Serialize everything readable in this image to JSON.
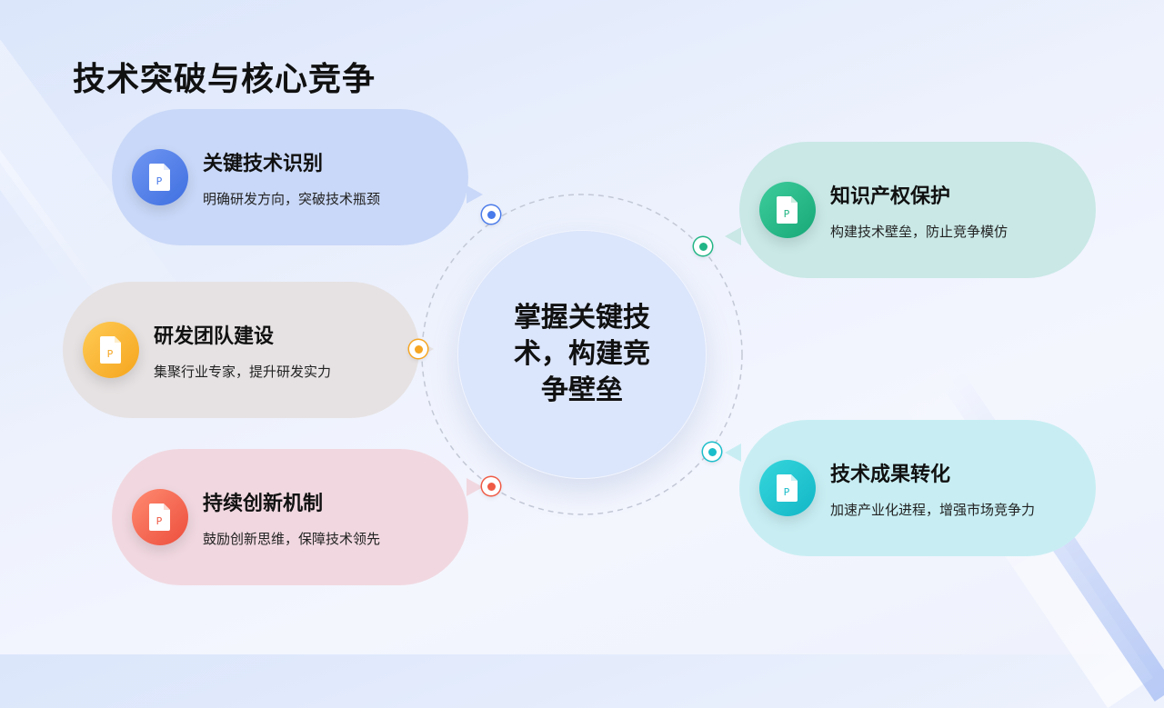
{
  "page": {
    "title": "技术突破与核心竞争"
  },
  "hub": {
    "text": "掌握关键技术，构建竞争壁垒"
  },
  "cards": [
    {
      "id": "tl",
      "title": "关键技术识别",
      "desc": "明确研发方向，突破技术瓶颈",
      "accent": "#4a7bea",
      "icon": "document-icon"
    },
    {
      "id": "ml",
      "title": "研发团队建设",
      "desc": "集聚行业专家，提升研发实力",
      "accent": "#f6a623",
      "icon": "document-icon"
    },
    {
      "id": "bl",
      "title": "持续创新机制",
      "desc": "鼓励创新思维，保障技术领先",
      "accent": "#ef5a45",
      "icon": "document-icon"
    },
    {
      "id": "tr",
      "title": "知识产权保护",
      "desc": "构建技术壁垒，防止竞争模仿",
      "accent": "#22b585",
      "icon": "document-icon"
    },
    {
      "id": "br",
      "title": "技术成果转化",
      "desc": "加速产业化进程，增强市场竞争力",
      "accent": "#1bbdca",
      "icon": "document-icon"
    }
  ],
  "colors": {
    "ring": "#c3c8d6"
  }
}
